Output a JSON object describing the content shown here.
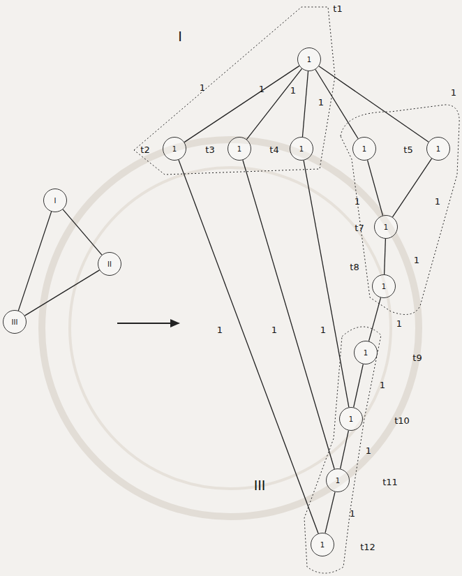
{
  "diagram": {
    "nodes": [
      {
        "text": [
          "1"
        ]
      },
      {
        "text": [
          "1"
        ]
      },
      {
        "text": [
          "1"
        ]
      },
      {
        "text": [
          "1"
        ]
      },
      {
        "text": [
          "1"
        ]
      },
      {
        "text": [
          "1"
        ]
      },
      {
        "text": [
          "1"
        ]
      },
      {
        "text": [
          "1"
        ]
      },
      {
        "text": [
          "1"
        ]
      },
      {
        "text": [
          "1"
        ]
      },
      {
        "text": [
          "1"
        ]
      },
      {
        "text": [
          "1"
        ]
      },
      {
        "text": [
          "I"
        ]
      },
      {
        "text": [
          "II"
        ]
      },
      {
        "text": [
          "III"
        ]
      }
    ],
    "edges": [
      {
        "from": 0,
        "to": 1,
        "arrow": "none",
        "label": "1"
      },
      {
        "from": 0,
        "to": 2,
        "arrow": "none",
        "label": "1"
      },
      {
        "from": 0,
        "to": 3,
        "arrow": "none",
        "label": "1"
      },
      {
        "from": 0,
        "to": 4,
        "arrow": "none",
        "label": "1"
      },
      {
        "from": 0,
        "to": 5,
        "arrow": "none",
        "label": "1"
      },
      {
        "from": 4,
        "to": 6,
        "arrow": "none",
        "label": "1"
      },
      {
        "from": 5,
        "to": 6,
        "arrow": "none",
        "label": "1"
      },
      {
        "from": 6,
        "to": 7,
        "arrow": "none",
        "label": "1"
      },
      {
        "from": 7,
        "to": 8,
        "arrow": "none",
        "label": "1"
      },
      {
        "from": 8,
        "to": 9,
        "arrow": "none",
        "label": "1"
      },
      {
        "from": 9,
        "to": 10,
        "arrow": "none",
        "label": "1"
      },
      {
        "from": 10,
        "to": 11,
        "arrow": "none",
        "label": "1"
      },
      {
        "from": 1,
        "to": 11,
        "arrow": "none",
        "label": "1"
      },
      {
        "from": 2,
        "to": 10,
        "arrow": "none",
        "label": "1"
      },
      {
        "from": 3,
        "to": 9,
        "arrow": "none",
        "label": "1"
      },
      {
        "from": 12,
        "to": 13,
        "arrow": "none"
      },
      {
        "from": 12,
        "to": 14,
        "arrow": "none"
      },
      {
        "from": 13,
        "to": 14,
        "arrow": "none"
      }
    ],
    "labels": [
      "I",
      "t1",
      "t2",
      "t3",
      "t4",
      "t5",
      "t7",
      "t8",
      "t9",
      "t10",
      "t11",
      "t12",
      "III"
    ]
  }
}
